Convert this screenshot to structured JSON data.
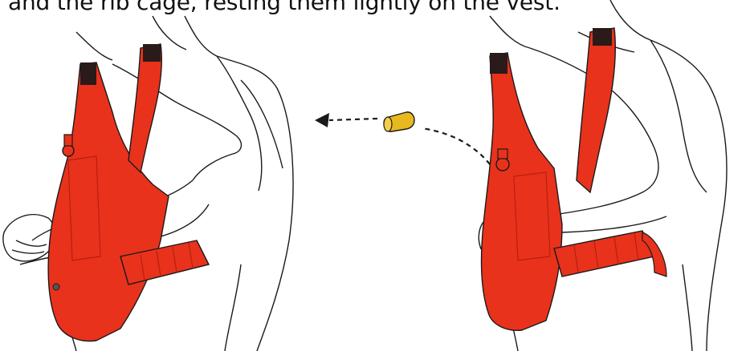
{
  "caption": {
    "text": "and the rib cage, resting them lightly on the vest."
  },
  "figures": {
    "left": {
      "name": "vest-wearer-left"
    },
    "right": {
      "name": "vest-wearer-right"
    },
    "part": {
      "name": "valve-cap-part"
    }
  },
  "colors": {
    "vest": "#e8321c",
    "vest_shadow": "#b5200f",
    "strap": "#2a1a1a",
    "cap": "#e8b820",
    "line": "#1a1a1a"
  }
}
